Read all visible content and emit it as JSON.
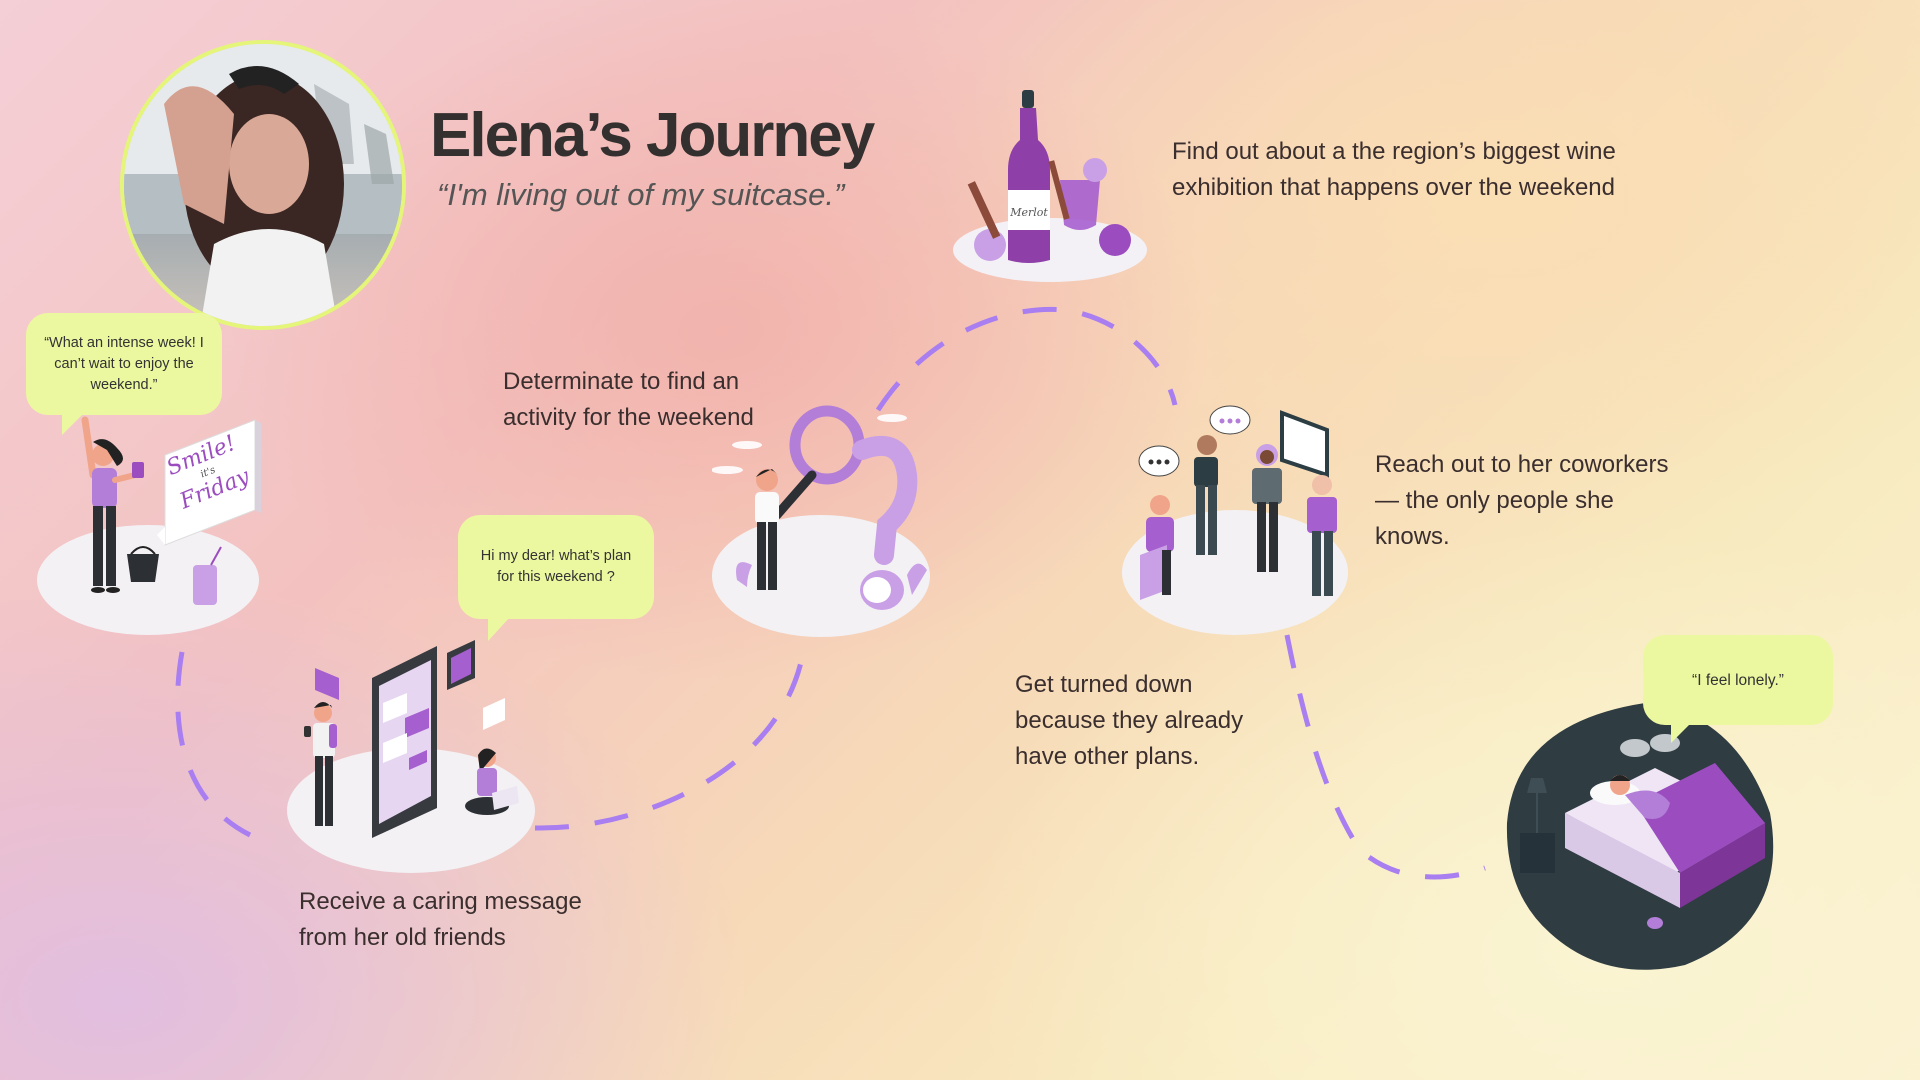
{
  "header": {
    "title": "Elena’s Journey",
    "quote": "“I'm living out of my suitcase.”"
  },
  "colors": {
    "accent": "#a97ef0",
    "bubble": "#ecf8a0",
    "avatar_border": "#e4f57a",
    "text": "#3a2e2e",
    "purple": "#9b4dbf"
  },
  "bubbles": {
    "friday": "“What an intense week! I can’t wait to enjoy the weekend.”",
    "message": "Hi my dear! what’s plan for this weekend ?",
    "lonely": "“I feel lonely.”"
  },
  "steps": [
    {
      "id": 1,
      "illustration": "smile-its-friday",
      "sign_line1": "Smile!",
      "sign_line2": "it's",
      "sign_line3": "Friday",
      "text": ""
    },
    {
      "id": 2,
      "illustration": "chat-phone",
      "text_line1": "Receive a caring message",
      "text_line2": "from her old friends"
    },
    {
      "id": 3,
      "illustration": "magnifier-question",
      "text_line1": "Determinate to find an",
      "text_line2": "activity for the weekend"
    },
    {
      "id": 4,
      "illustration": "mulled-wine",
      "label": "Merlot",
      "text_line1": "Find out about a the region’s biggest wine",
      "text_line2": "exhibition that happens over the weekend"
    },
    {
      "id": 5,
      "illustration": "coworkers-talking",
      "text_line1": "Reach out to her coworkers",
      "text_line2": "— the only people she",
      "text_line3": "knows."
    },
    {
      "id": 6,
      "illustration": "rejected",
      "text_line1": "Get turned down",
      "text_line2": "because they already",
      "text_line3": "have other plans."
    },
    {
      "id": 7,
      "illustration": "lonely-bed",
      "text": ""
    }
  ]
}
